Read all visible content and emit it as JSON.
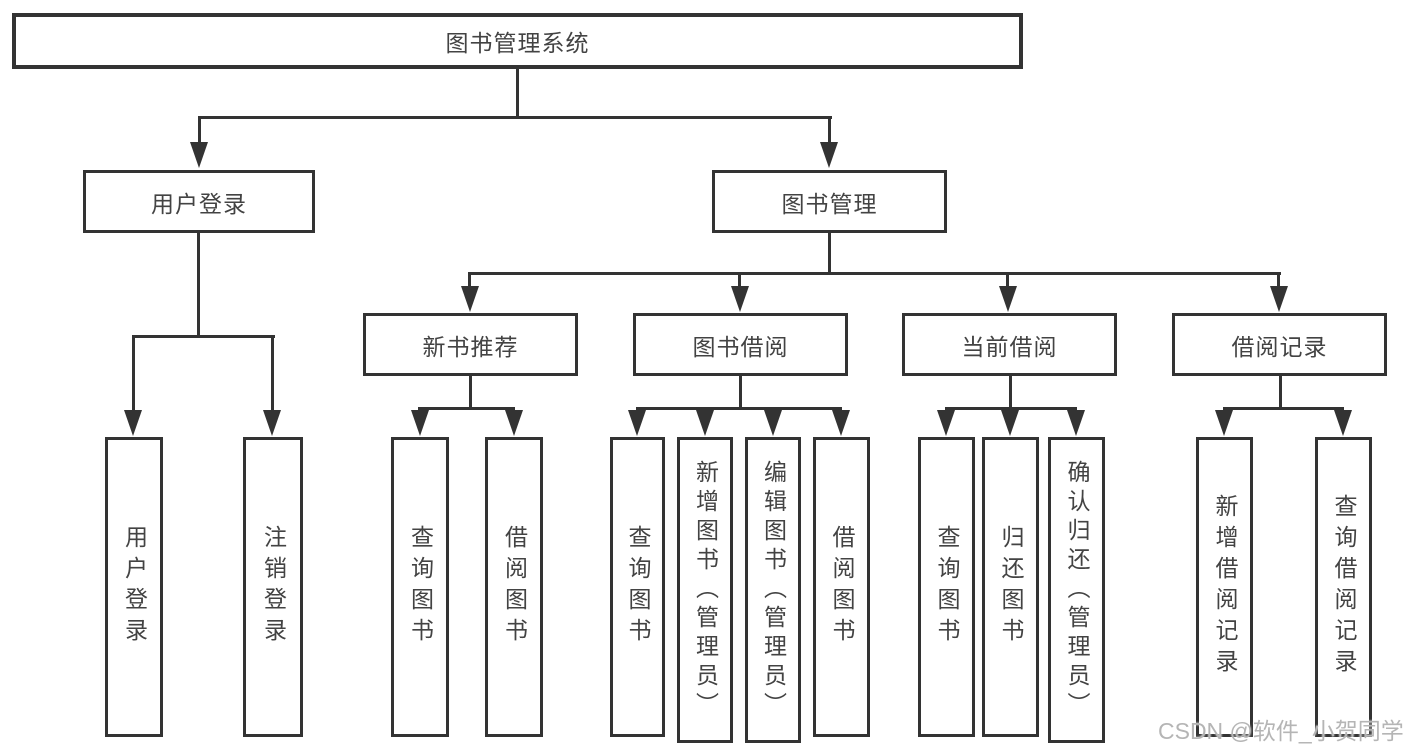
{
  "tree": {
    "root": {
      "label": "图书管理系统"
    },
    "children": [
      {
        "label": "用户登录",
        "children": [
          {
            "label": "用户登录"
          },
          {
            "label": "注销登录"
          }
        ]
      },
      {
        "label": "图书管理",
        "children": [
          {
            "label": "新书推荐",
            "children": [
              {
                "label": "查询图书"
              },
              {
                "label": "借阅图书"
              }
            ]
          },
          {
            "label": "图书借阅",
            "children": [
              {
                "label": "查询图书"
              },
              {
                "label": "新增图书（管理员）"
              },
              {
                "label": "编辑图书（管理员）"
              },
              {
                "label": "借阅图书"
              }
            ]
          },
          {
            "label": "当前借阅",
            "children": [
              {
                "label": "查询图书"
              },
              {
                "label": "归还图书"
              },
              {
                "label": "确认归还（管理员）"
              }
            ]
          },
          {
            "label": "借阅记录",
            "children": [
              {
                "label": "新增借阅记录"
              },
              {
                "label": "查询借阅记录"
              }
            ]
          }
        ]
      }
    ]
  },
  "watermark": "CSDN @软件_小贺同学",
  "colors": {
    "line": "#333333",
    "text": "#434343",
    "watermark": "#b5b5b5",
    "background": "#ffffff"
  }
}
